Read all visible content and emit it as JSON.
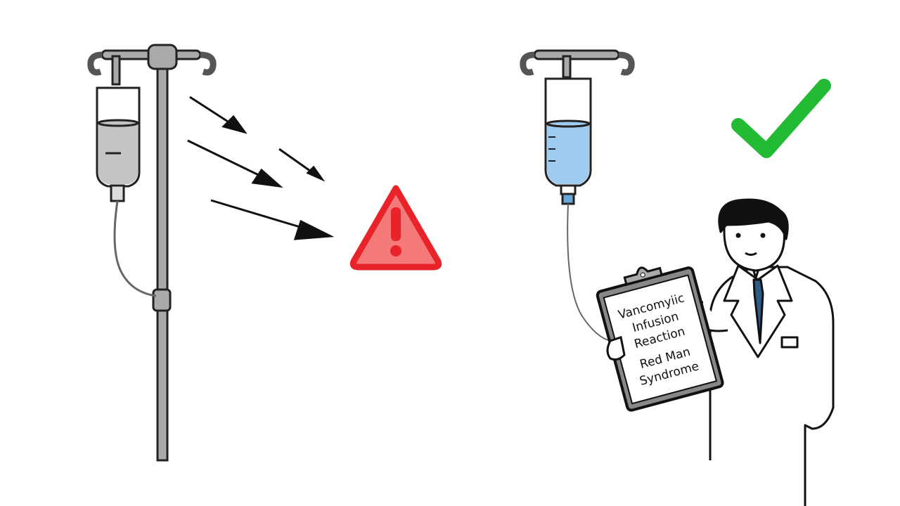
{
  "clipboard": {
    "lines": [
      "Vancomyiic",
      "Infusion",
      "Reaction",
      "Red Man",
      "Syndrome"
    ]
  },
  "colors": {
    "warning": "#e8242a",
    "warning_fill": "#f47a7a",
    "check": "#22bb33",
    "fluid_left": "#c4c4c4",
    "fluid_right": "#9fcbee",
    "pole": "#a8a8a8",
    "tie": "#2f5b87"
  },
  "icons": [
    "iv-bag-icon",
    "warning-icon",
    "checkmark-icon",
    "doctor-illustration",
    "arrow-icon"
  ]
}
